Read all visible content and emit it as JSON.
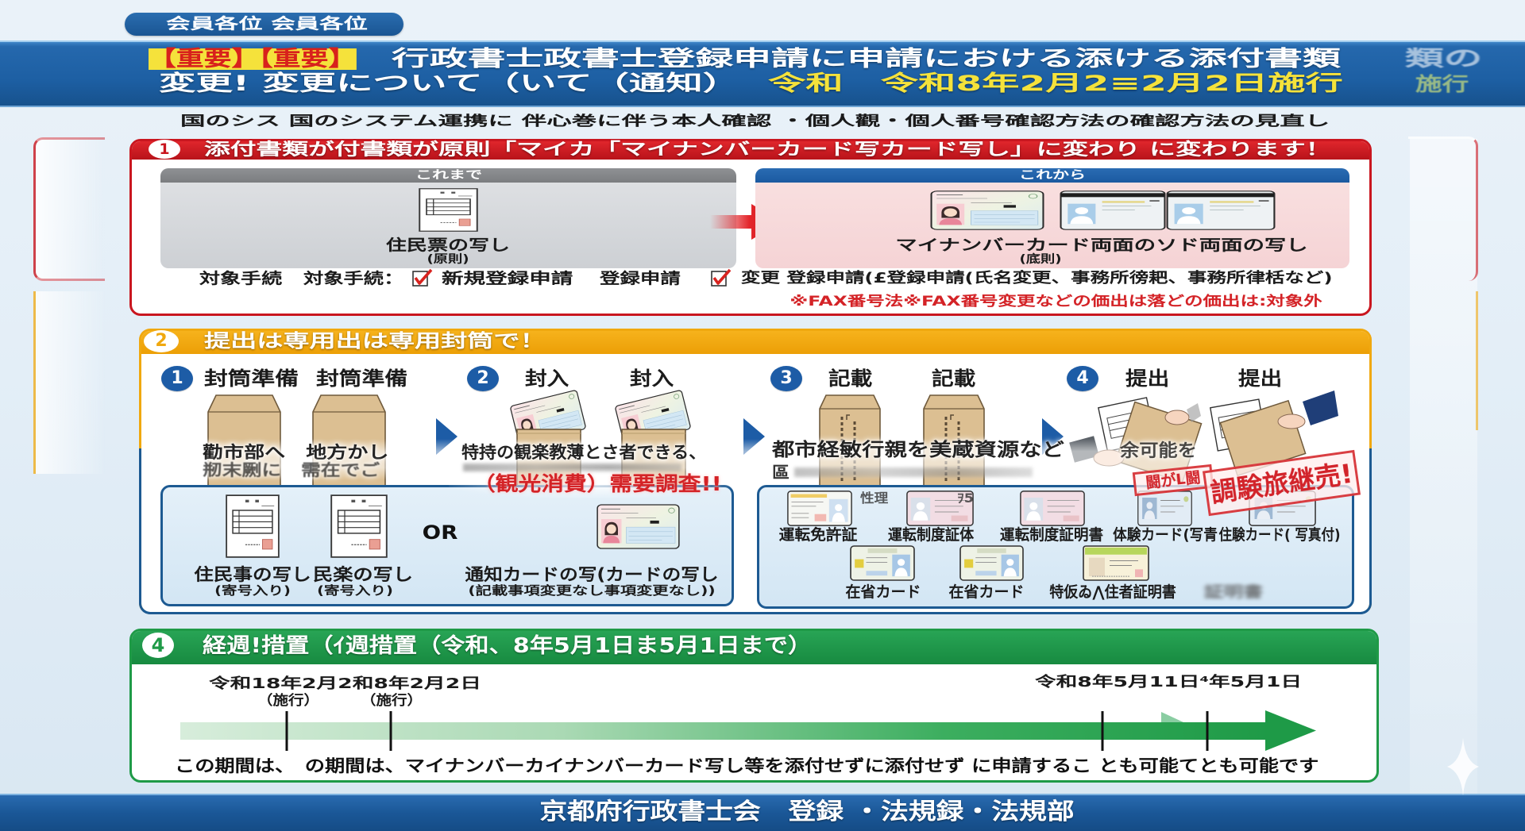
{
  "colors": {
    "brand_blue": "#1c5fa5",
    "title_highlight": "#f5e23b",
    "important_red": "#d8211c",
    "section1_red": "#c9161f",
    "section2_orange": "#f0a80f",
    "section4_green": "#1f9a47",
    "substep_blue": "#1d5a92",
    "alert_red": "#d42327",
    "step_blue": "#1d5ca6"
  },
  "notice_badge": "会員各位 会員各位",
  "header": {
    "important_tag": "【重要】【重要】",
    "title_line1": "行政書士政書士登録申請に申請における添ける添付書類",
    "title_line1_fragment": "類の",
    "title_line2": "変更! 変更について（いて（通知）",
    "effective_date": "令和　令和8年2月2≡2月2日施行",
    "title_line2_fragment": "施行"
  },
  "subtitle": "国のシス 国のシステム運携に 伴心巻に伴う本人確認 ・個人觀・個人番号確認方法の確認方法の見直し",
  "section1": {
    "number": "1",
    "title": "添付書類が付書類が原則「マイカ「マイナンバーカード写カード写し」に変わり に変わります！",
    "before": {
      "header": "これまで",
      "label": "住民票の写し",
      "note": "(原則)",
      "icon": "resident-record-document-icon"
    },
    "after": {
      "header": "これから",
      "label": "マイナンバーカード両面のソド両面の写し",
      "note": "(底則)",
      "icons": [
        "my-number-card-front-icon",
        "my-number-card-back-icon",
        "my-number-card-back-icon"
      ]
    },
    "procedures": {
      "label_1": "対象手続",
      "label_2": "対象手続：",
      "item_1": "新規登録申請",
      "item_1_repeat": "登録申請",
      "item_1_checked": true,
      "item_2": "変更 登録申請(£登録申請(氏名変更、事務所徬耙、事務所律栝など)",
      "item_2_checked": true
    },
    "exclusion_note": "※FAX番号法※FAX番号変更などの価出は落どの価出は:対象外"
  },
  "section2": {
    "number": "2",
    "title": "提出は専用出は専用封筒で！",
    "steps": [
      {
        "number": "1",
        "label_a": "封筒準備",
        "label_b": "封筒準備"
      },
      {
        "number": "2",
        "label_a": "封入",
        "label_b": "封入"
      },
      {
        "number": "3",
        "label_a": "記載",
        "label_b": "記載"
      },
      {
        "number": "4",
        "label_a": "提出",
        "label_b": "提出"
      }
    ],
    "step_texts": {
      "step1_line1": "勸市部へ　地方かし",
      "step1_line2": "剏末劂に　需在でご",
      "step2_line1": "特持の観楽教薄とさ者できる、",
      "step2_highlight": "（観光消費）需要調査!!",
      "step3_line1": "都市経敏行親を美蔵資源など",
      "step3_line2": "區",
      "step4_line1": "余可能を",
      "stamp_1": "闘がL闘",
      "stamp_2": "調験旅継売!",
      "card_overlay_1": "性理",
      "card_overlay_2": "ｦ5"
    },
    "option_documents": {
      "items": [
        {
          "label": "住民事の写し",
          "note": "(寄号入り)"
        },
        {
          "label": "民楽の写し",
          "note": "(寄号入り)"
        }
      ],
      "or_label": "OR",
      "card": {
        "label": "通知カードの写(カードの写し",
        "note": "(記載事項変更なし事項変更なし))"
      }
    },
    "option_ids": {
      "row1": [
        "運転免許証",
        "運転制度証体",
        "運転制度証明書",
        "体験カード(写青",
        "住験カード( 写真付)"
      ],
      "row2": [
        "在省カード",
        "在省カード",
        "特仮ゐ⋀住者証明書",
        "証明書"
      ]
    }
  },
  "section4": {
    "number": "4",
    "title": "経週!措置（ｲ週措置（令和、8年5月1日ま5月1日まで）",
    "timeline": {
      "start_date": "令和18年2月2和8年2月2日",
      "start_tag_1": "（施行）",
      "start_tag_2": "（施行）",
      "end_date": "令和8年5月11日⁴年5月1日",
      "caption": "この期間は、　の期間は、マイナンバーカイナンバーカード写し等を添付せずに添付せず に申請するこ とも可能てとも可能です"
    }
  },
  "footer": "京都府行政書士会　登録 ・法規録・法規部"
}
